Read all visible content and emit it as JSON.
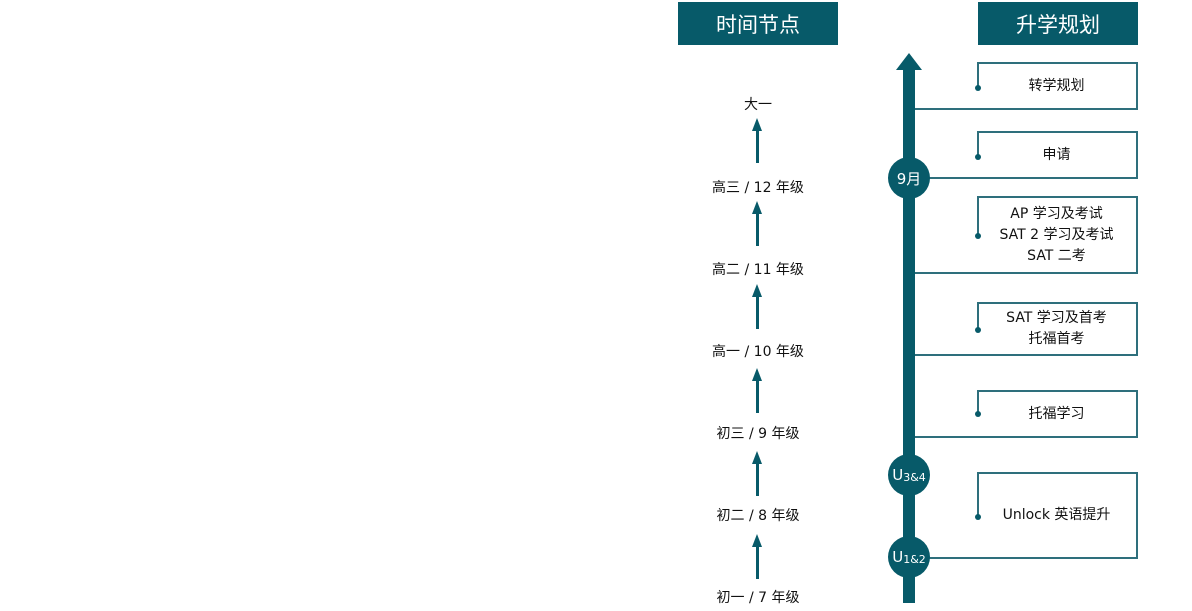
{
  "headers": {
    "timeline": "时间节点",
    "plan": "升学规划"
  },
  "grades": [
    "大一",
    "高三 / 12 年级",
    "高二 / 11 年级",
    "高一 / 10 年级",
    "初三 / 9 年级",
    "初二 / 8 年级",
    "初一 / 7 年级"
  ],
  "boxes": [
    [
      "转学规划"
    ],
    [
      "申请"
    ],
    [
      "AP 学习及考试",
      "SAT 2 学习及考试",
      "SAT 二考"
    ],
    [
      "SAT 学习及首考",
      "托福首考"
    ],
    [
      "托福学习"
    ],
    [
      "Unlock 英语提升"
    ]
  ],
  "markers": {
    "sept": "9月",
    "u34_main": "U",
    "u34_sub": "3&4",
    "u12_main": "U",
    "u12_sub": "1&2"
  },
  "colors": {
    "accent": "#075a69"
  }
}
